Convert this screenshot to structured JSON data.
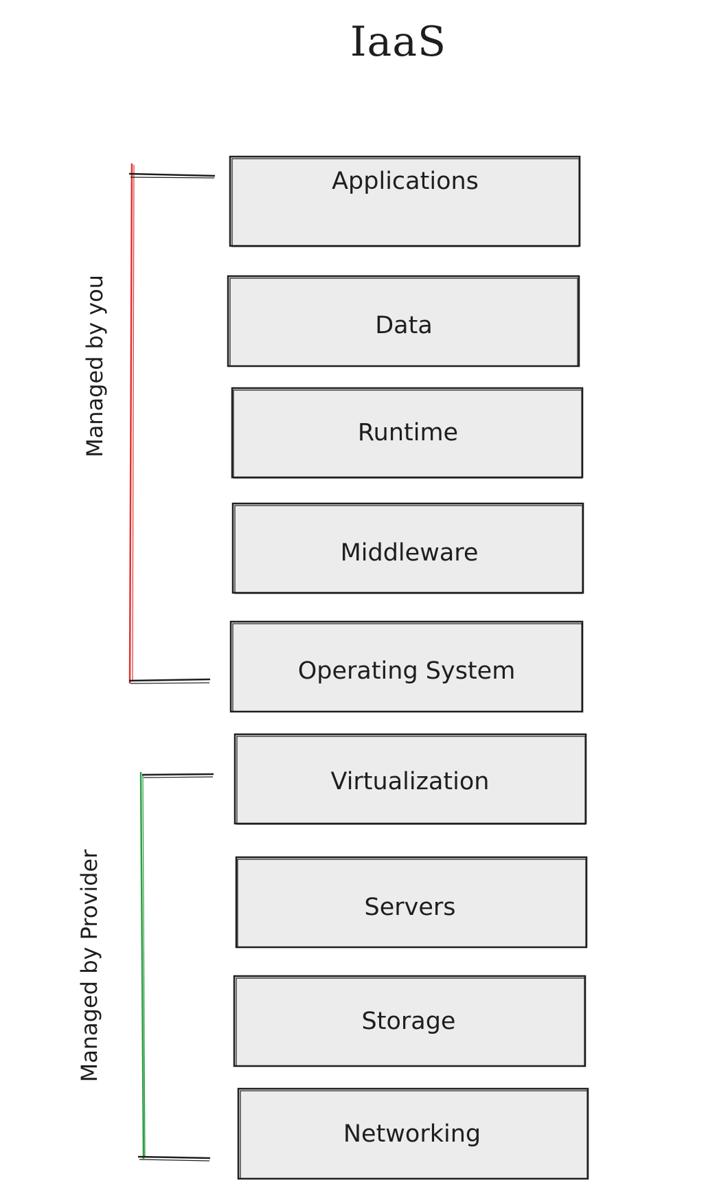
{
  "title": "IaaS",
  "layers": [
    {
      "label": "Applications"
    },
    {
      "label": "Data"
    },
    {
      "label": "Runtime"
    },
    {
      "label": "Middleware"
    },
    {
      "label": "Operating System"
    },
    {
      "label": "Virtualization"
    },
    {
      "label": "Servers"
    },
    {
      "label": "Storage"
    },
    {
      "label": "Networking"
    }
  ],
  "groups": [
    {
      "label": "Managed by you",
      "color": "#e03131"
    },
    {
      "label": "Managed by Provider",
      "color": "#2f9e44"
    }
  ],
  "colors": {
    "box_fill": "#ececec",
    "stroke": "#1e1e1e"
  }
}
